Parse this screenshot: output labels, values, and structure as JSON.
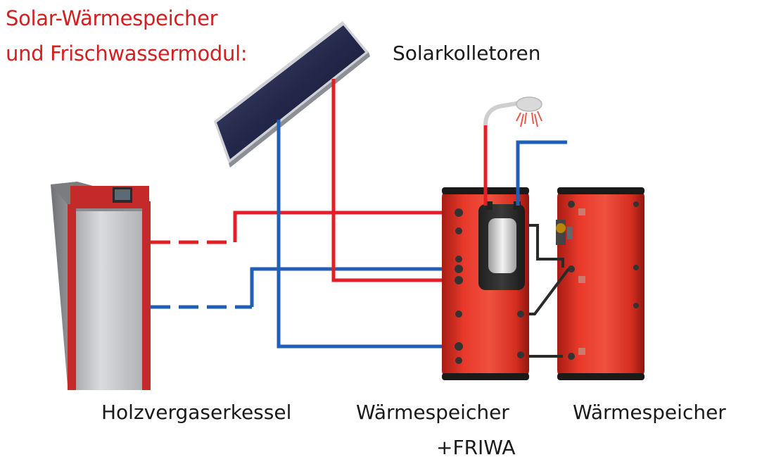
{
  "title": {
    "line1": "Solar-Wärmespeicher",
    "line2": "und Frischwassermodul:"
  },
  "labels": {
    "collector": "Solarkolletoren",
    "boiler": "Holzvergaserkessel",
    "storage_friwa_line1": "Wärmespeicher",
    "storage_friwa_line2": "+FRIWA",
    "storage": "Wärmespeicher"
  },
  "colors": {
    "title": "#d21f1f",
    "pipe_hot": "#e31e24",
    "pipe_cold": "#1f5fb5",
    "tank": "#e8392b",
    "boiler_body": "#c0c2c5",
    "boiler_trim": "#c52a2a"
  },
  "icons": [
    "solar-collector-icon",
    "boiler-icon",
    "tank-icon",
    "friwa-module-icon",
    "shower-icon",
    "pump-group-icon"
  ]
}
